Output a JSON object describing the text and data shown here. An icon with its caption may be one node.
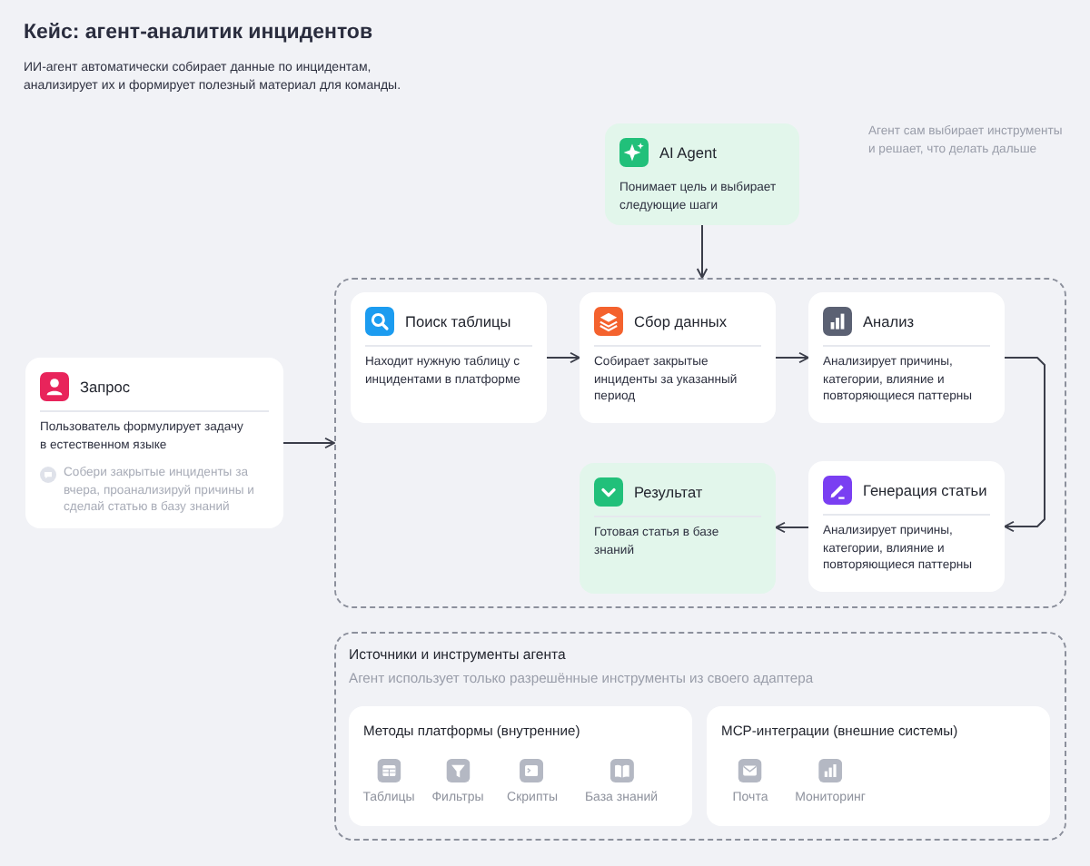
{
  "diagram": {
    "title": "Кейс: агент-аналитик инцидентов",
    "nodes": [
      {
        "text": [
          "AI Agent",
          "Понимает цель и выбирает следующие шаги"
        ]
      },
      {
        "text": [
          "Запрос",
          "Пользователь формулирует задачу в естественном языке",
          "Собери закрытые инциденты за вчера, проанализируй причины и сделай статью в базу знаний"
        ]
      },
      {
        "text": [],
        "shape": "box"
      },
      {
        "text": [
          "Поиск таблицы",
          "Находит нужную таблицу с инцидентами в платформе"
        ],
        "in": 2
      },
      {
        "text": [
          "Сбор данных",
          "Собирает закрытые инциденты за указанный период"
        ],
        "in": 2
      },
      {
        "text": [
          "Анализ",
          "Анализирует причины, категории, влияние и повторяющиеся паттерны"
        ],
        "in": 2
      },
      {
        "text": [
          "Результат",
          "Готовая статья в базе знаний"
        ],
        "in": 2
      },
      {
        "text": [
          "Генерация статьи",
          "Анализирует причины, категории, влияние и повторяющиеся паттерны"
        ],
        "in": 2
      },
      {
        "text": [
          "Источники и инструменты агента",
          "Агент использует только разрешённые инструменты из своего адаптера"
        ]
      },
      {
        "text": [
          "Методы платформы (внутренние)",
          "Таблицы",
          "Фильтры",
          "Скрипты",
          "База знаний"
        ],
        "in": 8
      },
      {
        "text": [
          "MCP-интеграции (внешние системы)",
          "Почта",
          "Мониторинг"
        ],
        "in": 8
      }
    ],
    "edges": [
      {
        "from": 0,
        "to": 2,
        "arrow": "to"
      },
      {
        "from": 1,
        "to": 2,
        "arrow": "to"
      },
      {
        "from": 3,
        "to": 4,
        "arrow": "to"
      },
      {
        "from": 4,
        "to": 5,
        "arrow": "to"
      },
      {
        "from": 5,
        "to": 7,
        "arrow": "to"
      },
      {
        "from": 7,
        "to": 6,
        "arrow": "to"
      }
    ],
    "labels": [
      "ИИ-агент автоматически собирает данные по инцидентам, анализирует их и формирует полезный материал для команды.",
      "Агент сам выбирает инструменты и решает, что делать дальше"
    ]
  }
}
